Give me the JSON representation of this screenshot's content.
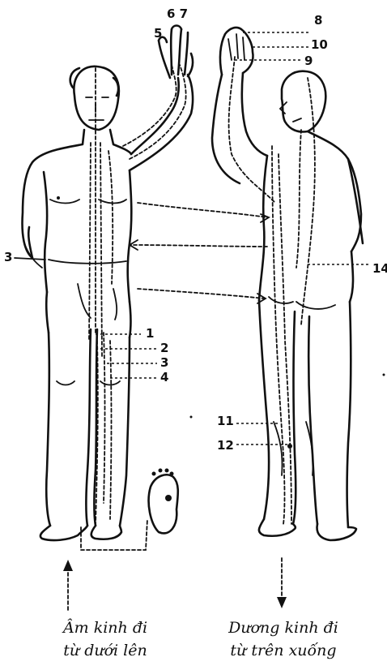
{
  "points": {
    "p1": "1",
    "p2": "2",
    "p3": "3",
    "p4": "4",
    "p5": "5",
    "p67": "6 7",
    "p8": "8",
    "p9": "9",
    "p10": "10",
    "p11": "11",
    "p12": "12",
    "p13": "3",
    "p14": "14"
  },
  "captions": {
    "yin_line1": "Âm kinh đi",
    "yin_line2": "từ dưới lên",
    "yang_line1": "Dương kinh đi",
    "yang_line2": "từ trên xuống"
  }
}
